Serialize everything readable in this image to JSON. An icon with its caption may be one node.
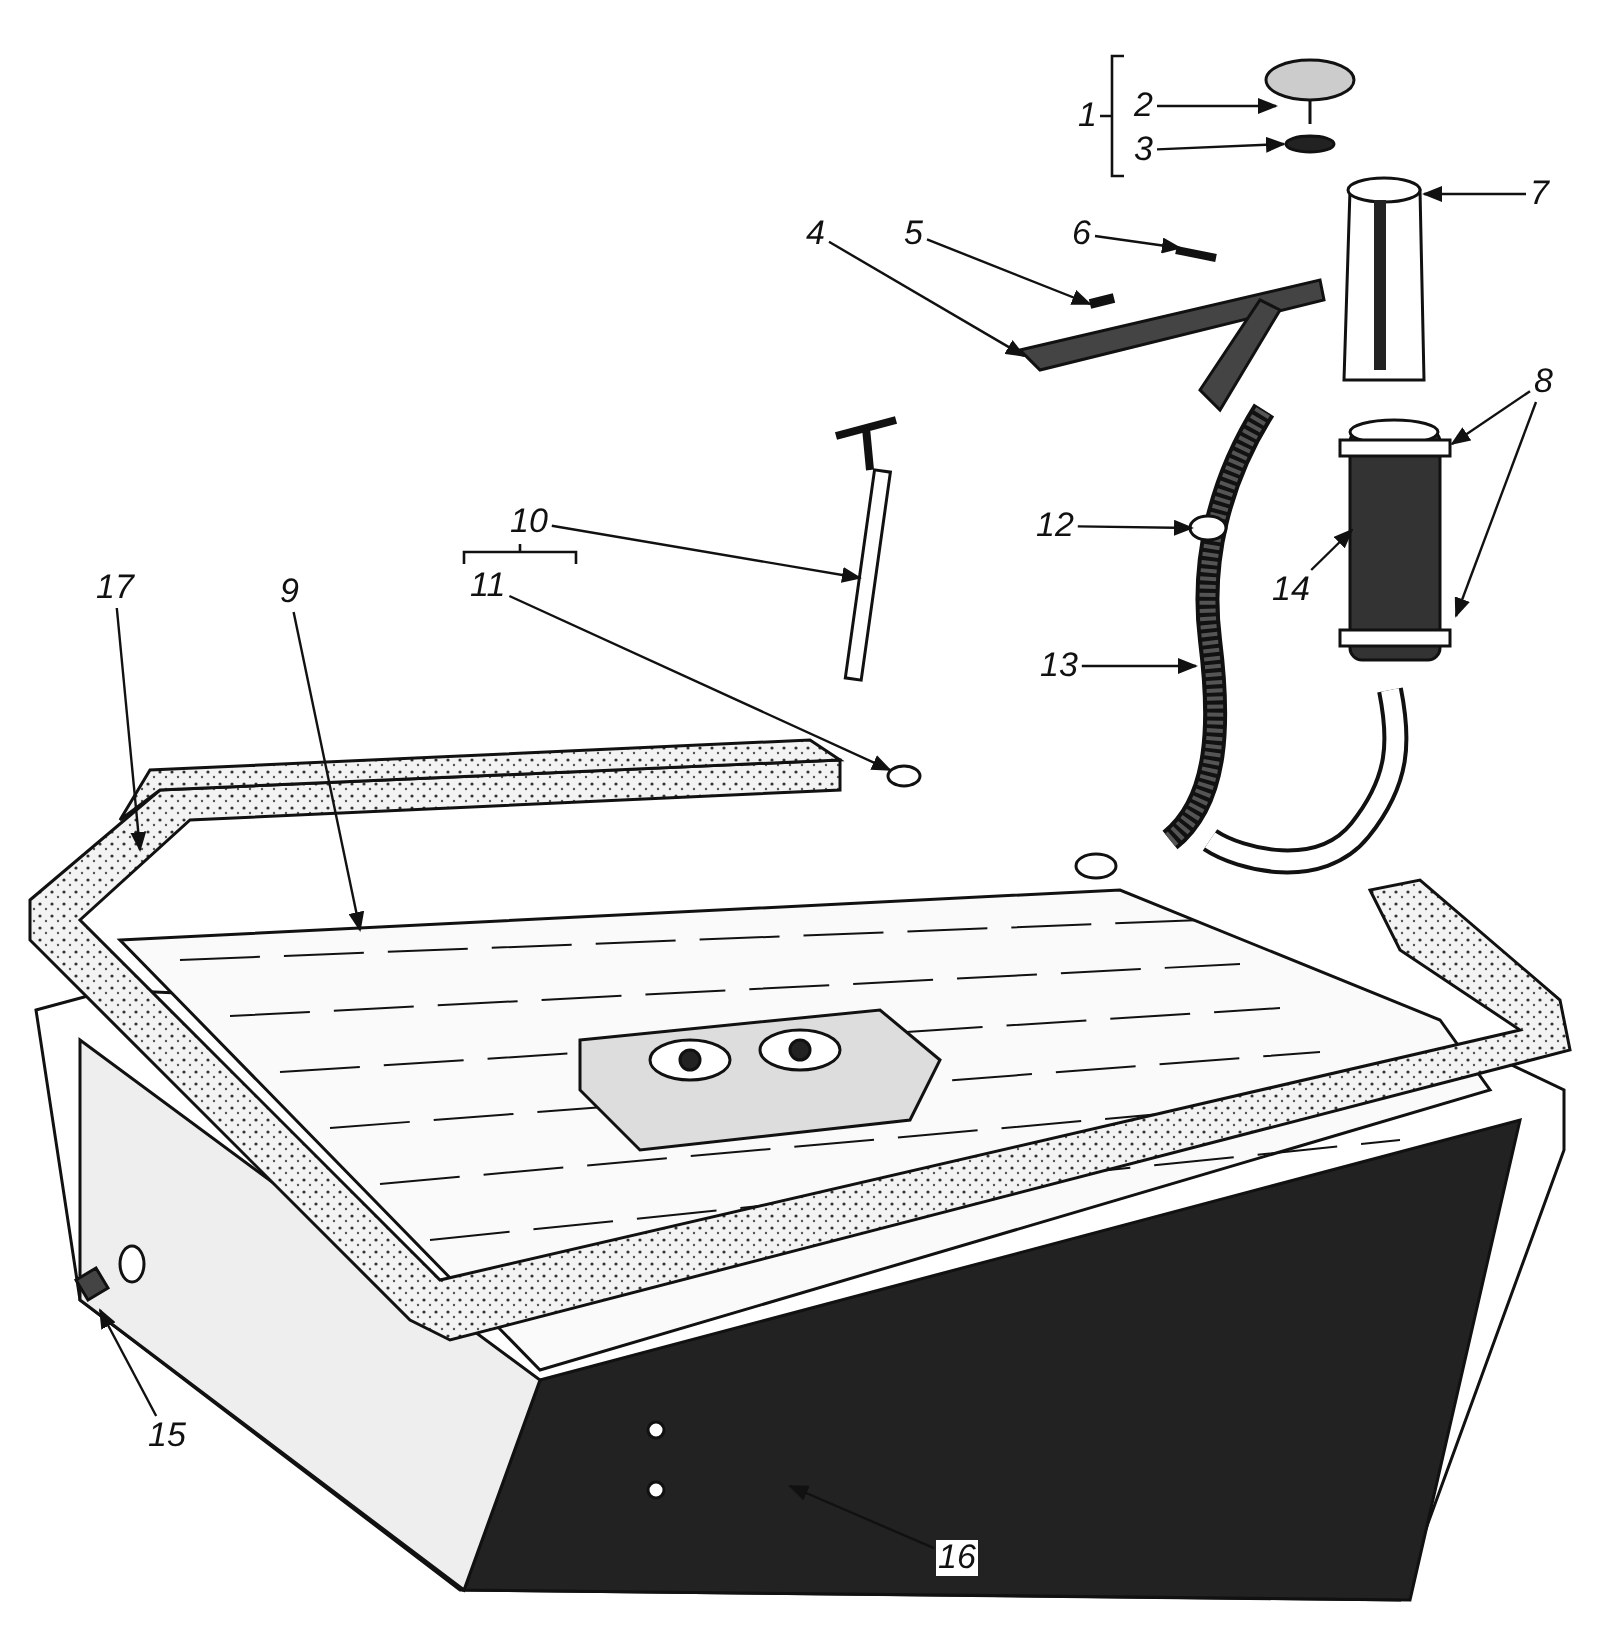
{
  "diagram": {
    "nodes": [
      {
        "text": [
          "1"
        ]
      },
      {
        "text": [
          "2"
        ]
      },
      {
        "text": [
          "3"
        ]
      },
      {
        "text": [
          "7"
        ]
      },
      {
        "text": [
          "4"
        ]
      },
      {
        "text": [
          "5"
        ]
      },
      {
        "text": [
          "6"
        ]
      },
      {
        "text": [
          "8"
        ]
      },
      {
        "text": [
          "12"
        ]
      },
      {
        "text": [
          "10"
        ]
      },
      {
        "text": [
          "11"
        ]
      },
      {
        "text": [
          "13"
        ]
      },
      {
        "text": [
          "14"
        ]
      },
      {
        "text": [
          "17"
        ]
      },
      {
        "text": [
          "9"
        ]
      },
      {
        "text": [
          "15"
        ]
      },
      {
        "text": [
          "16"
        ]
      }
    ],
    "edges": [
      {
        "from": 1,
        "to": null,
        "arrow": "to"
      },
      {
        "from": 2,
        "to": null,
        "arrow": "to"
      },
      {
        "from": 3,
        "to": null,
        "arrow": "to"
      },
      {
        "from": 4,
        "to": null,
        "arrow": "to"
      },
      {
        "from": 5,
        "to": null,
        "arrow": "to"
      },
      {
        "from": 6,
        "to": null,
        "arrow": "to"
      },
      {
        "from": 7,
        "to": null,
        "arrow": "to"
      },
      {
        "from": 7,
        "to": null,
        "arrow": "to"
      },
      {
        "from": 8,
        "to": null,
        "arrow": "to"
      },
      {
        "from": 9,
        "to": null,
        "arrow": "to"
      },
      {
        "from": 10,
        "to": null,
        "arrow": "to"
      },
      {
        "from": 11,
        "to": null,
        "arrow": "to"
      },
      {
        "from": 12,
        "to": null,
        "arrow": "to"
      },
      {
        "from": 13,
        "to": null,
        "arrow": "to"
      },
      {
        "from": 14,
        "to": null,
        "arrow": "to"
      },
      {
        "from": 15,
        "to": null,
        "arrow": "to"
      },
      {
        "from": 16,
        "to": null,
        "arrow": "to"
      }
    ]
  }
}
